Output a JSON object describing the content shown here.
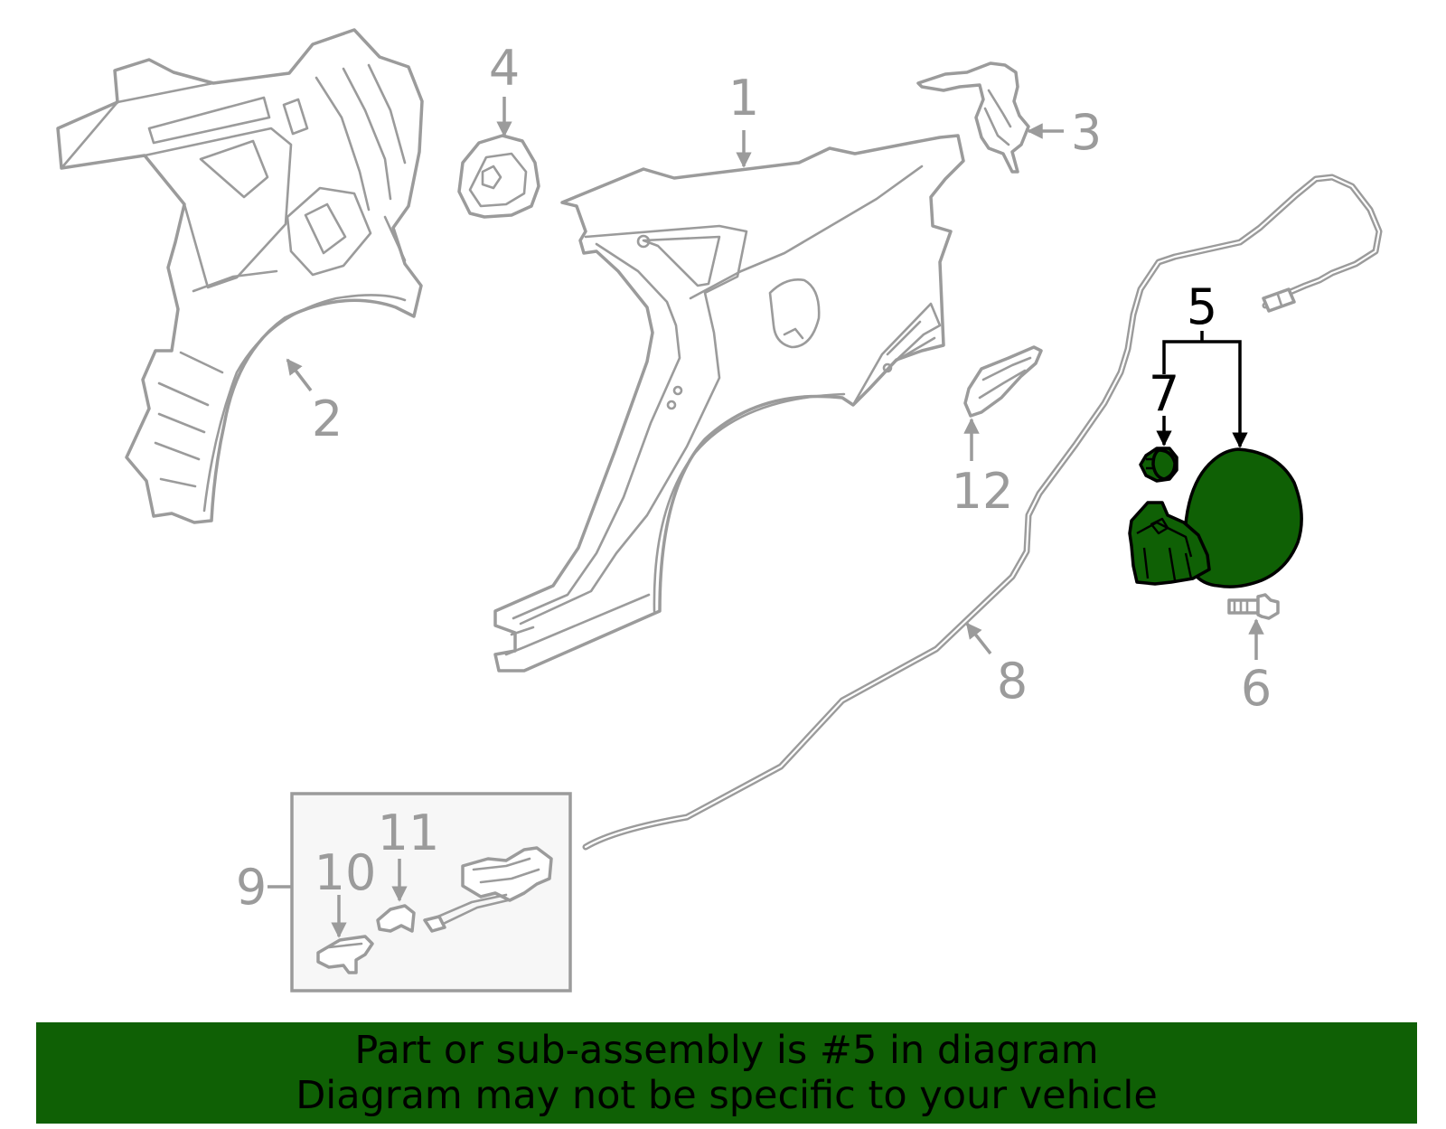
{
  "callouts": {
    "c1": "1",
    "c2": "2",
    "c3": "3",
    "c4": "4",
    "c5": "5",
    "c6": "6",
    "c7": "7",
    "c8": "8",
    "c9": "9",
    "c10": "10",
    "c11": "11",
    "c12": "12"
  },
  "highlighted_part": "5",
  "banner": {
    "line1": "Part or sub-assembly is #5 in diagram",
    "line2": "Diagram may not be specific to your vehicle"
  },
  "colors": {
    "highlight_fill": "#0f6005",
    "part_outline": "#9b9b9b",
    "highlight_outline": "#000000",
    "subassembly_box_fill": "#f7f7f7"
  }
}
